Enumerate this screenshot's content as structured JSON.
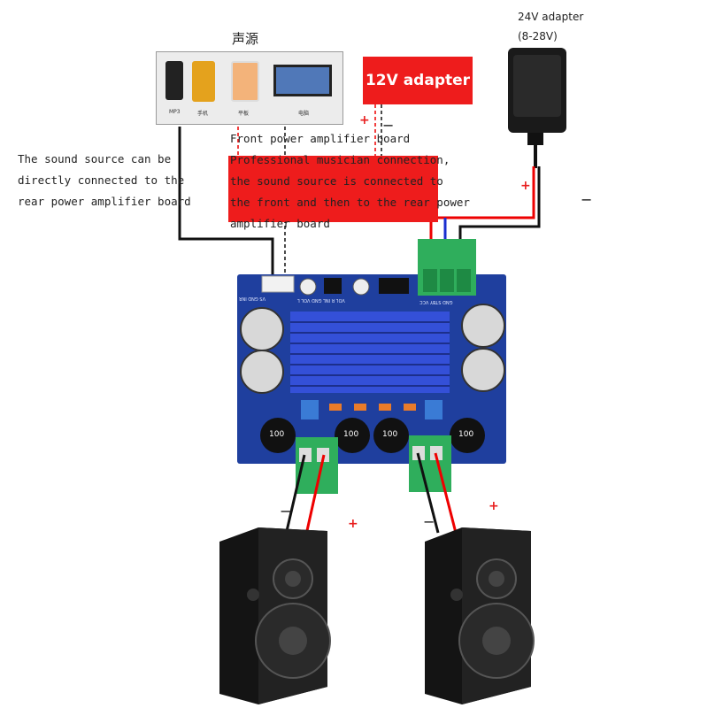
{
  "source": {
    "title": "声源",
    "devices": [
      {
        "name": "mp3",
        "label": "MP3"
      },
      {
        "name": "phone",
        "label": "手机"
      },
      {
        "name": "tablet",
        "label": "平板"
      },
      {
        "name": "laptop",
        "label": "电脑"
      }
    ]
  },
  "adapter_12v": {
    "label": "12V adapter",
    "plus": "+",
    "minus": "−"
  },
  "adapter_24v": {
    "line1": "24V adapter",
    "line2": "(8-28V)",
    "plus": "+",
    "minus": "−"
  },
  "notes": {
    "left": [
      "The sound source can be",
      "directly connected to the",
      "rear power amplifier board"
    ],
    "front": [
      "Front power amplifier board",
      "Professional musician connection,",
      "the sound source is connected to",
      "the front and then to the rear power",
      "amplifier board"
    ]
  },
  "board": {
    "input_header": "VS  GND  INR",
    "vol": "VOL  R  INL  GND  VOL  L",
    "power_header": "GND  STBY  VCC",
    "inductor_value": "100"
  },
  "speaker_left": {
    "minus": "−",
    "plus": "+"
  },
  "speaker_right": {
    "minus": "−",
    "plus": "+"
  },
  "colors": {
    "red_box": "#ee1c1c",
    "board": "#1f3f9e",
    "heatsink": "#3450d8",
    "terminal": "#2fae5c",
    "wire_red": "#e00000",
    "wire_black": "#111111",
    "wire_blue": "#1a2fd0"
  }
}
